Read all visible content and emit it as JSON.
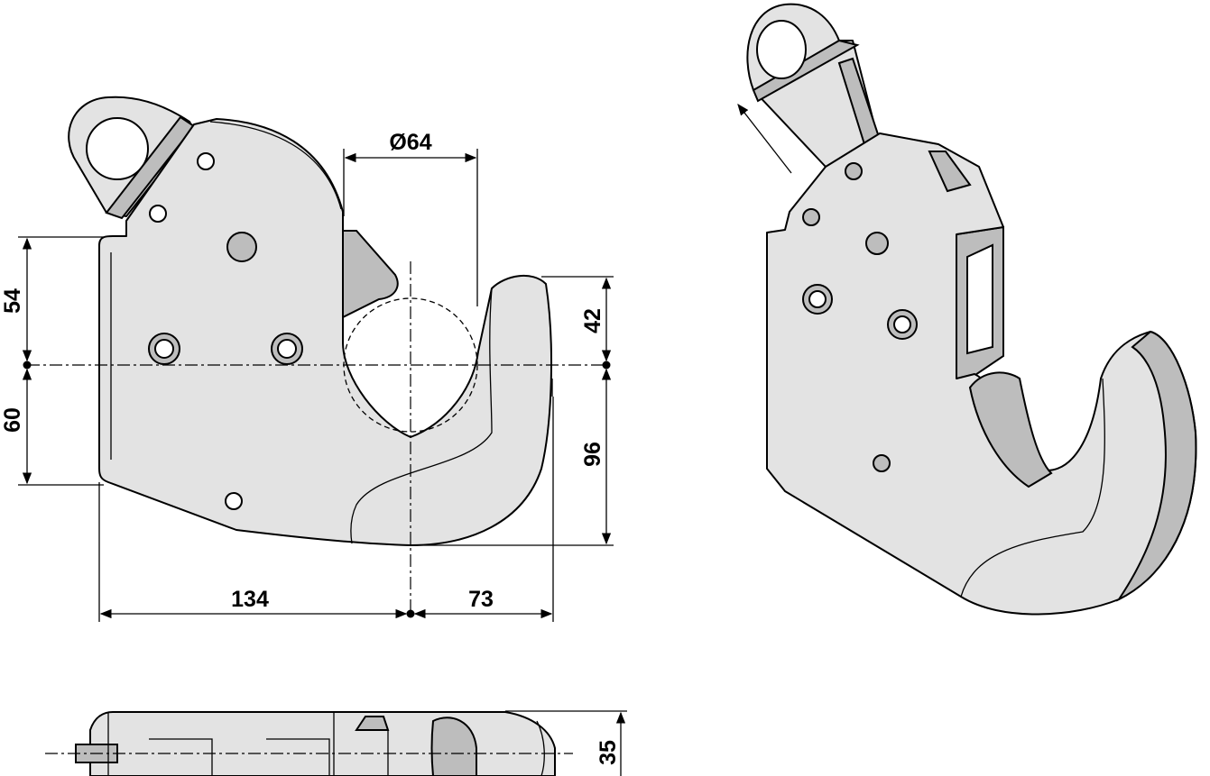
{
  "dimensions": {
    "diameter": "Ø64",
    "upper_height": "54",
    "lower_height": "60",
    "hook_upper": "42",
    "hook_lower": "96",
    "body_width": "134",
    "hook_width": "73",
    "thickness": "35"
  }
}
